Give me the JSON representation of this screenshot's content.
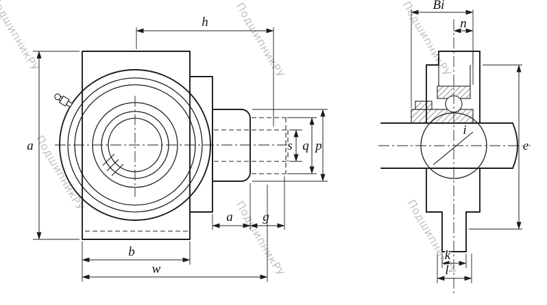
{
  "canvas": {
    "background": "#ffffff",
    "line_color": "#1c1c1c"
  },
  "watermark": {
    "text": "ПодшипникРУ",
    "color": "#b9b9b9"
  },
  "front_view": {
    "dims": {
      "h": "h",
      "a_left": "a",
      "s": "s",
      "q": "q",
      "p": "p",
      "a_bottom": "a",
      "g": "g",
      "b": "b",
      "w": "w"
    }
  },
  "side_view": {
    "dims": {
      "Bi": "Bi",
      "n": "n",
      "i": "i",
      "e": "e",
      "k": "k",
      "l": "l"
    }
  }
}
